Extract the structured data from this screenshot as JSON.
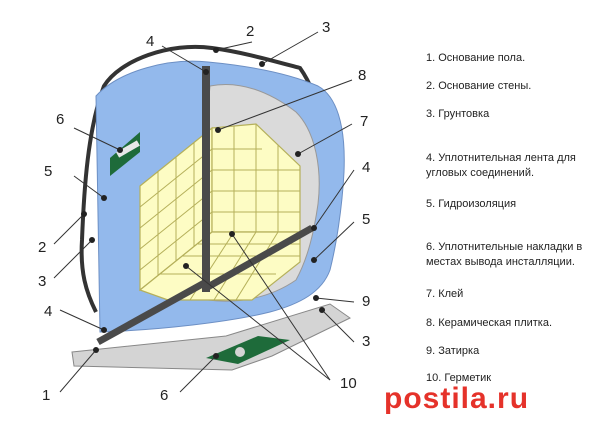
{
  "callout_numbers": {
    "top": [
      "4",
      "2",
      "3"
    ],
    "left": [
      "6",
      "5",
      "2",
      "3",
      "4",
      "1"
    ],
    "right": [
      "8",
      "7",
      "4",
      "5",
      "9",
      "3"
    ],
    "bottom": [
      "6",
      "10"
    ]
  },
  "legend": [
    "1. Основание пола.",
    "2. Основание стены.",
    "3. Грунтовка",
    "4. Уплотнительная лента для угловых соединений.",
    "5. Гидроизоляция",
    "6. Уплотнительные накладки в местах вывода инсталляции.",
    "7. Клей",
    "8. Керамическая плитка.",
    "9. Затирка",
    "10. Герметик"
  ],
  "watermark": "postila.ru",
  "colors": {
    "waterproofing_blue": "#93b9ec",
    "tile_yellow": "#fdfcc4",
    "grout_line": "#b5b05a",
    "adhesive_gray": "#dadada",
    "tape_dark": "#4a4a4a",
    "seal_green": "#1e6b3a",
    "watermark_red": "#e32119"
  }
}
